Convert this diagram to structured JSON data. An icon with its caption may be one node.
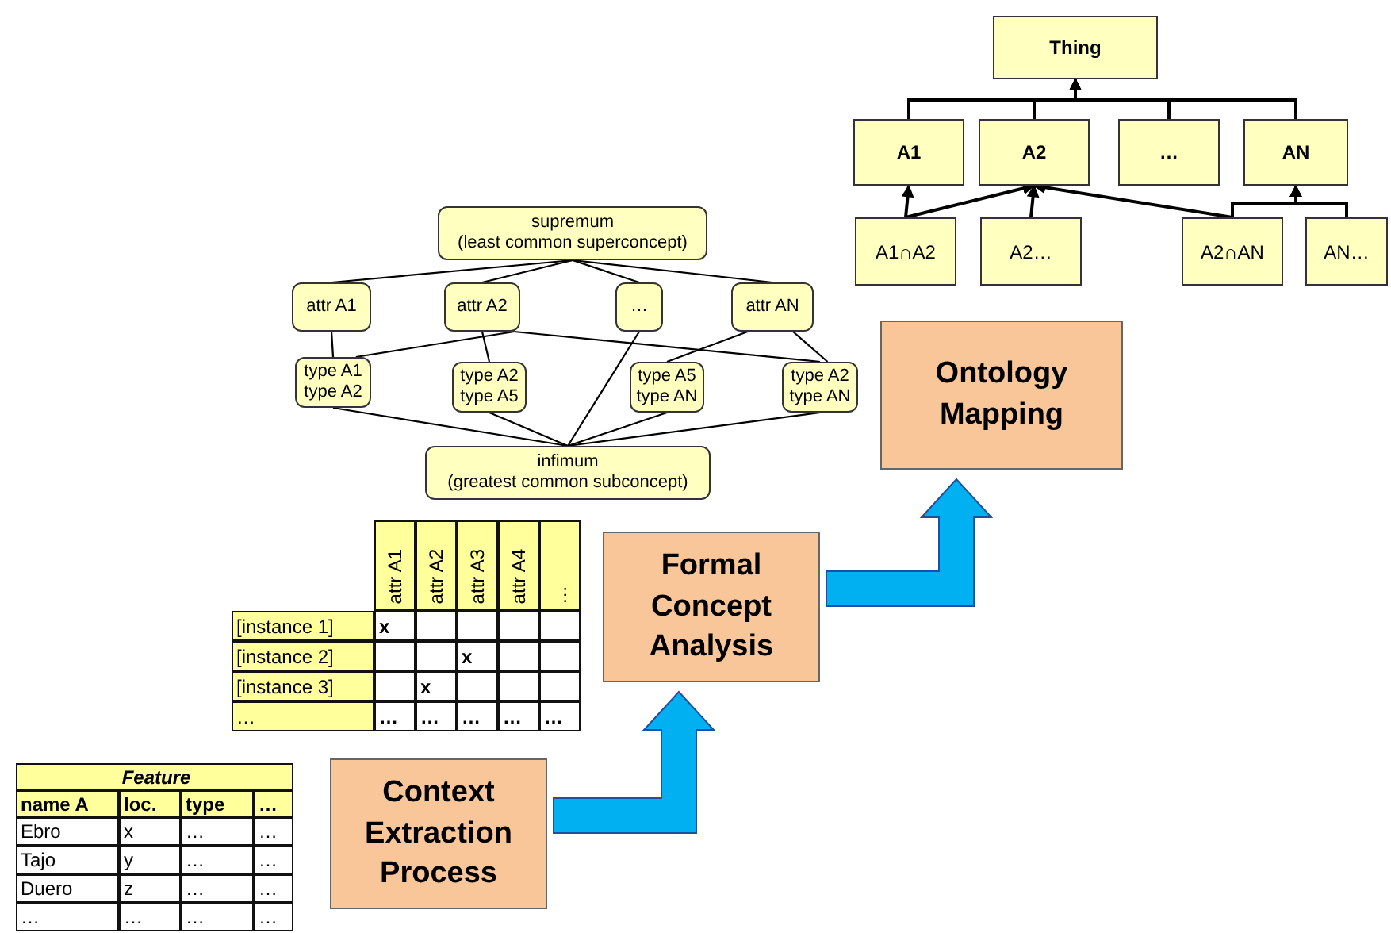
{
  "diagram": {
    "nodes": [
      {
        "text": [
          "Thing"
        ]
      },
      {
        "text": [
          "A1"
        ]
      },
      {
        "text": [
          "A2"
        ]
      },
      {
        "text": [
          "…"
        ]
      },
      {
        "text": [
          "AN"
        ]
      },
      {
        "text": [
          "A1∩A2"
        ]
      },
      {
        "text": [
          "A2…"
        ]
      },
      {
        "text": [
          "A2∩AN"
        ]
      },
      {
        "text": [
          "AN…"
        ]
      },
      {
        "text": [
          "supremum",
          "(least common superconcept)"
        ]
      },
      {
        "text": [
          "attr A1"
        ]
      },
      {
        "text": [
          "attr A2"
        ]
      },
      {
        "text": [
          "…"
        ]
      },
      {
        "text": [
          "attr AN"
        ]
      },
      {
        "text": [
          "type A1 type A2"
        ]
      },
      {
        "text": [
          "type A2 type A5"
        ]
      },
      {
        "text": [
          "type A5 type AN"
        ]
      },
      {
        "text": [
          "type A2 type AN"
        ]
      },
      {
        "text": [
          "infimum",
          "(greatest common subconcept)"
        ]
      },
      {
        "text": [
          "Ontology Mapping"
        ]
      },
      {
        "text": [
          "Formal Concept Analysis"
        ]
      },
      {
        "text": [
          "Context Extraction Process"
        ]
      }
    ],
    "edges": [
      {
        "from": 1,
        "to": 0,
        "arrow": "to"
      },
      {
        "from": 2,
        "to": 0,
        "arrow": "to"
      },
      {
        "from": 3,
        "to": 0,
        "arrow": "to"
      },
      {
        "from": 4,
        "to": 0,
        "arrow": "to"
      },
      {
        "from": 5,
        "to": 1,
        "arrow": "to"
      },
      {
        "from": 5,
        "to": 2,
        "arrow": "to"
      },
      {
        "from": 6,
        "to": 2,
        "arrow": "to"
      },
      {
        "from": 7,
        "to": 2,
        "arrow": "to"
      },
      {
        "from": 7,
        "to": 4,
        "arrow": "to"
      },
      {
        "from": 8,
        "to": 4,
        "arrow": "to"
      },
      {
        "from": 9,
        "to": 10,
        "arrow": "none"
      },
      {
        "from": 9,
        "to": 11,
        "arrow": "none"
      },
      {
        "from": 9,
        "to": 12,
        "arrow": "none"
      },
      {
        "from": 9,
        "to": 13,
        "arrow": "none"
      },
      {
        "from": 10,
        "to": 14,
        "arrow": "none"
      },
      {
        "from": 11,
        "to": 14,
        "arrow": "none"
      },
      {
        "from": 11,
        "to": 15,
        "arrow": "none"
      },
      {
        "from": 11,
        "to": 17,
        "arrow": "none"
      },
      {
        "from": 13,
        "to": 16,
        "arrow": "none"
      },
      {
        "from": 13,
        "to": 17,
        "arrow": "none"
      },
      {
        "from": 14,
        "to": 18,
        "arrow": "none"
      },
      {
        "from": 15,
        "to": 18,
        "arrow": "none"
      },
      {
        "from": 16,
        "to": 18,
        "arrow": "none"
      },
      {
        "from": 17,
        "to": 18,
        "arrow": "none"
      },
      {
        "from": 12,
        "to": 18,
        "arrow": "none"
      },
      {
        "from": 21,
        "to": 20,
        "arrow": "to",
        "style": "thick",
        "color": "#00b0f0"
      },
      {
        "from": 20,
        "to": 19,
        "arrow": "to",
        "style": "thick",
        "color": "#00b0f0"
      }
    ],
    "labels": [
      "attr A1",
      "attr A2",
      "attr A3",
      "attr A4",
      "…",
      "[instance 1]",
      "x",
      "[instance 2]",
      "x",
      "[instance 3]",
      "x",
      "…",
      "…",
      "…",
      "…",
      "…",
      "…",
      "Feature",
      "name A",
      "loc.",
      "type",
      "…",
      "Ebro",
      "x",
      "…",
      "…",
      "Tajo",
      "y",
      "…",
      "…",
      "Duero",
      "z",
      "…",
      "…",
      "…",
      "…",
      "…",
      "…"
    ]
  }
}
